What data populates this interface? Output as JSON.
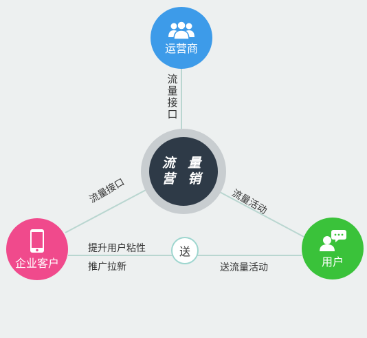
{
  "center": {
    "line1": "流 量",
    "line2": "营 销"
  },
  "nodes": {
    "operator": {
      "label": "运营商",
      "icon": "users-group-icon",
      "color": "#3d9be9"
    },
    "enterprise": {
      "label": "企业客户",
      "icon": "smartphone-icon",
      "color": "#f04a8c"
    },
    "user": {
      "label": "用户",
      "icon": "user-chat-icon",
      "color": "#3ac23a"
    }
  },
  "edges": {
    "operator_center": "流量接口",
    "enterprise_center": "流量接口",
    "center_user": "流量活动",
    "enterprise_user": {
      "upper_text": "提升用户粘性",
      "lower_text": "推广拉新",
      "badge": "送",
      "right_text": "送流量活动"
    }
  }
}
